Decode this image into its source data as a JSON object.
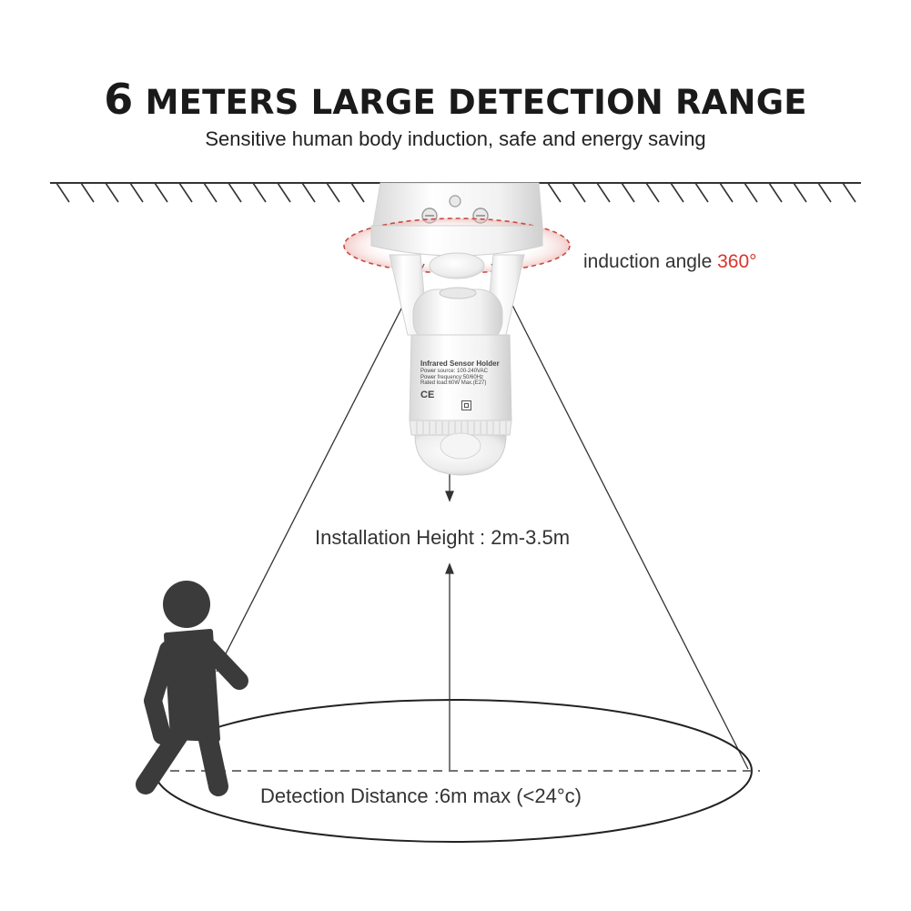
{
  "header": {
    "title_number": "6",
    "title_text": "METERS LARGE DETECTION RANGE",
    "subtitle": "Sensitive human body induction, safe and energy saving"
  },
  "annotations": {
    "angle_prefix": "induction angle",
    "angle_value": "360°",
    "installation_height": "Installation Height : 2m-3.5m",
    "detection_distance": "Detection Distance :6m max (<24°c)"
  },
  "device_label": {
    "line1": "Infrared Sensor Holder",
    "line2": "Power source: 100-240VAC",
    "line3": "Power frequency:50/60Hz",
    "line4": "Rated load:60W Max.(E27)",
    "mark": "CE"
  },
  "colors": {
    "accent": "#d9342b",
    "line": "#333333",
    "figure": "#3b3b3b",
    "device": "#f2f2f2"
  }
}
